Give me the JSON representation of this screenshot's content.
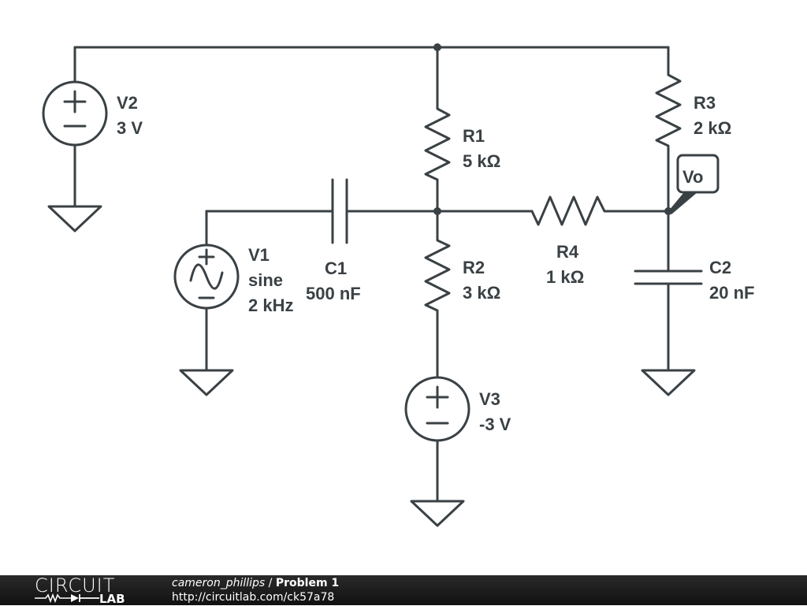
{
  "schematic": {
    "components": {
      "V2": {
        "name": "V2",
        "value": "3 V",
        "type": "dc-voltage-source"
      },
      "V1": {
        "name": "V1",
        "wave": "sine",
        "value": "2 kHz",
        "type": "ac-voltage-source"
      },
      "V3": {
        "name": "V3",
        "value": "-3 V",
        "type": "dc-voltage-source"
      },
      "R1": {
        "name": "R1",
        "value": "5 kΩ",
        "type": "resistor"
      },
      "R2": {
        "name": "R2",
        "value": "3 kΩ",
        "type": "resistor"
      },
      "R3": {
        "name": "R3",
        "value": "2 kΩ",
        "type": "resistor"
      },
      "R4": {
        "name": "R4",
        "value": "1 kΩ",
        "type": "resistor"
      },
      "C1": {
        "name": "C1",
        "value": "500 nF",
        "type": "capacitor"
      },
      "C2": {
        "name": "C2",
        "value": "20 nF",
        "type": "capacitor"
      }
    },
    "probe": {
      "label": "Vo"
    }
  },
  "footer": {
    "logo_top": "CIRCUIT",
    "logo_bottom": "LAB",
    "user": "cameron_phillips",
    "separator": " / ",
    "title": "Problem 1",
    "url": "http://circuitlab.com/ck57a78"
  }
}
